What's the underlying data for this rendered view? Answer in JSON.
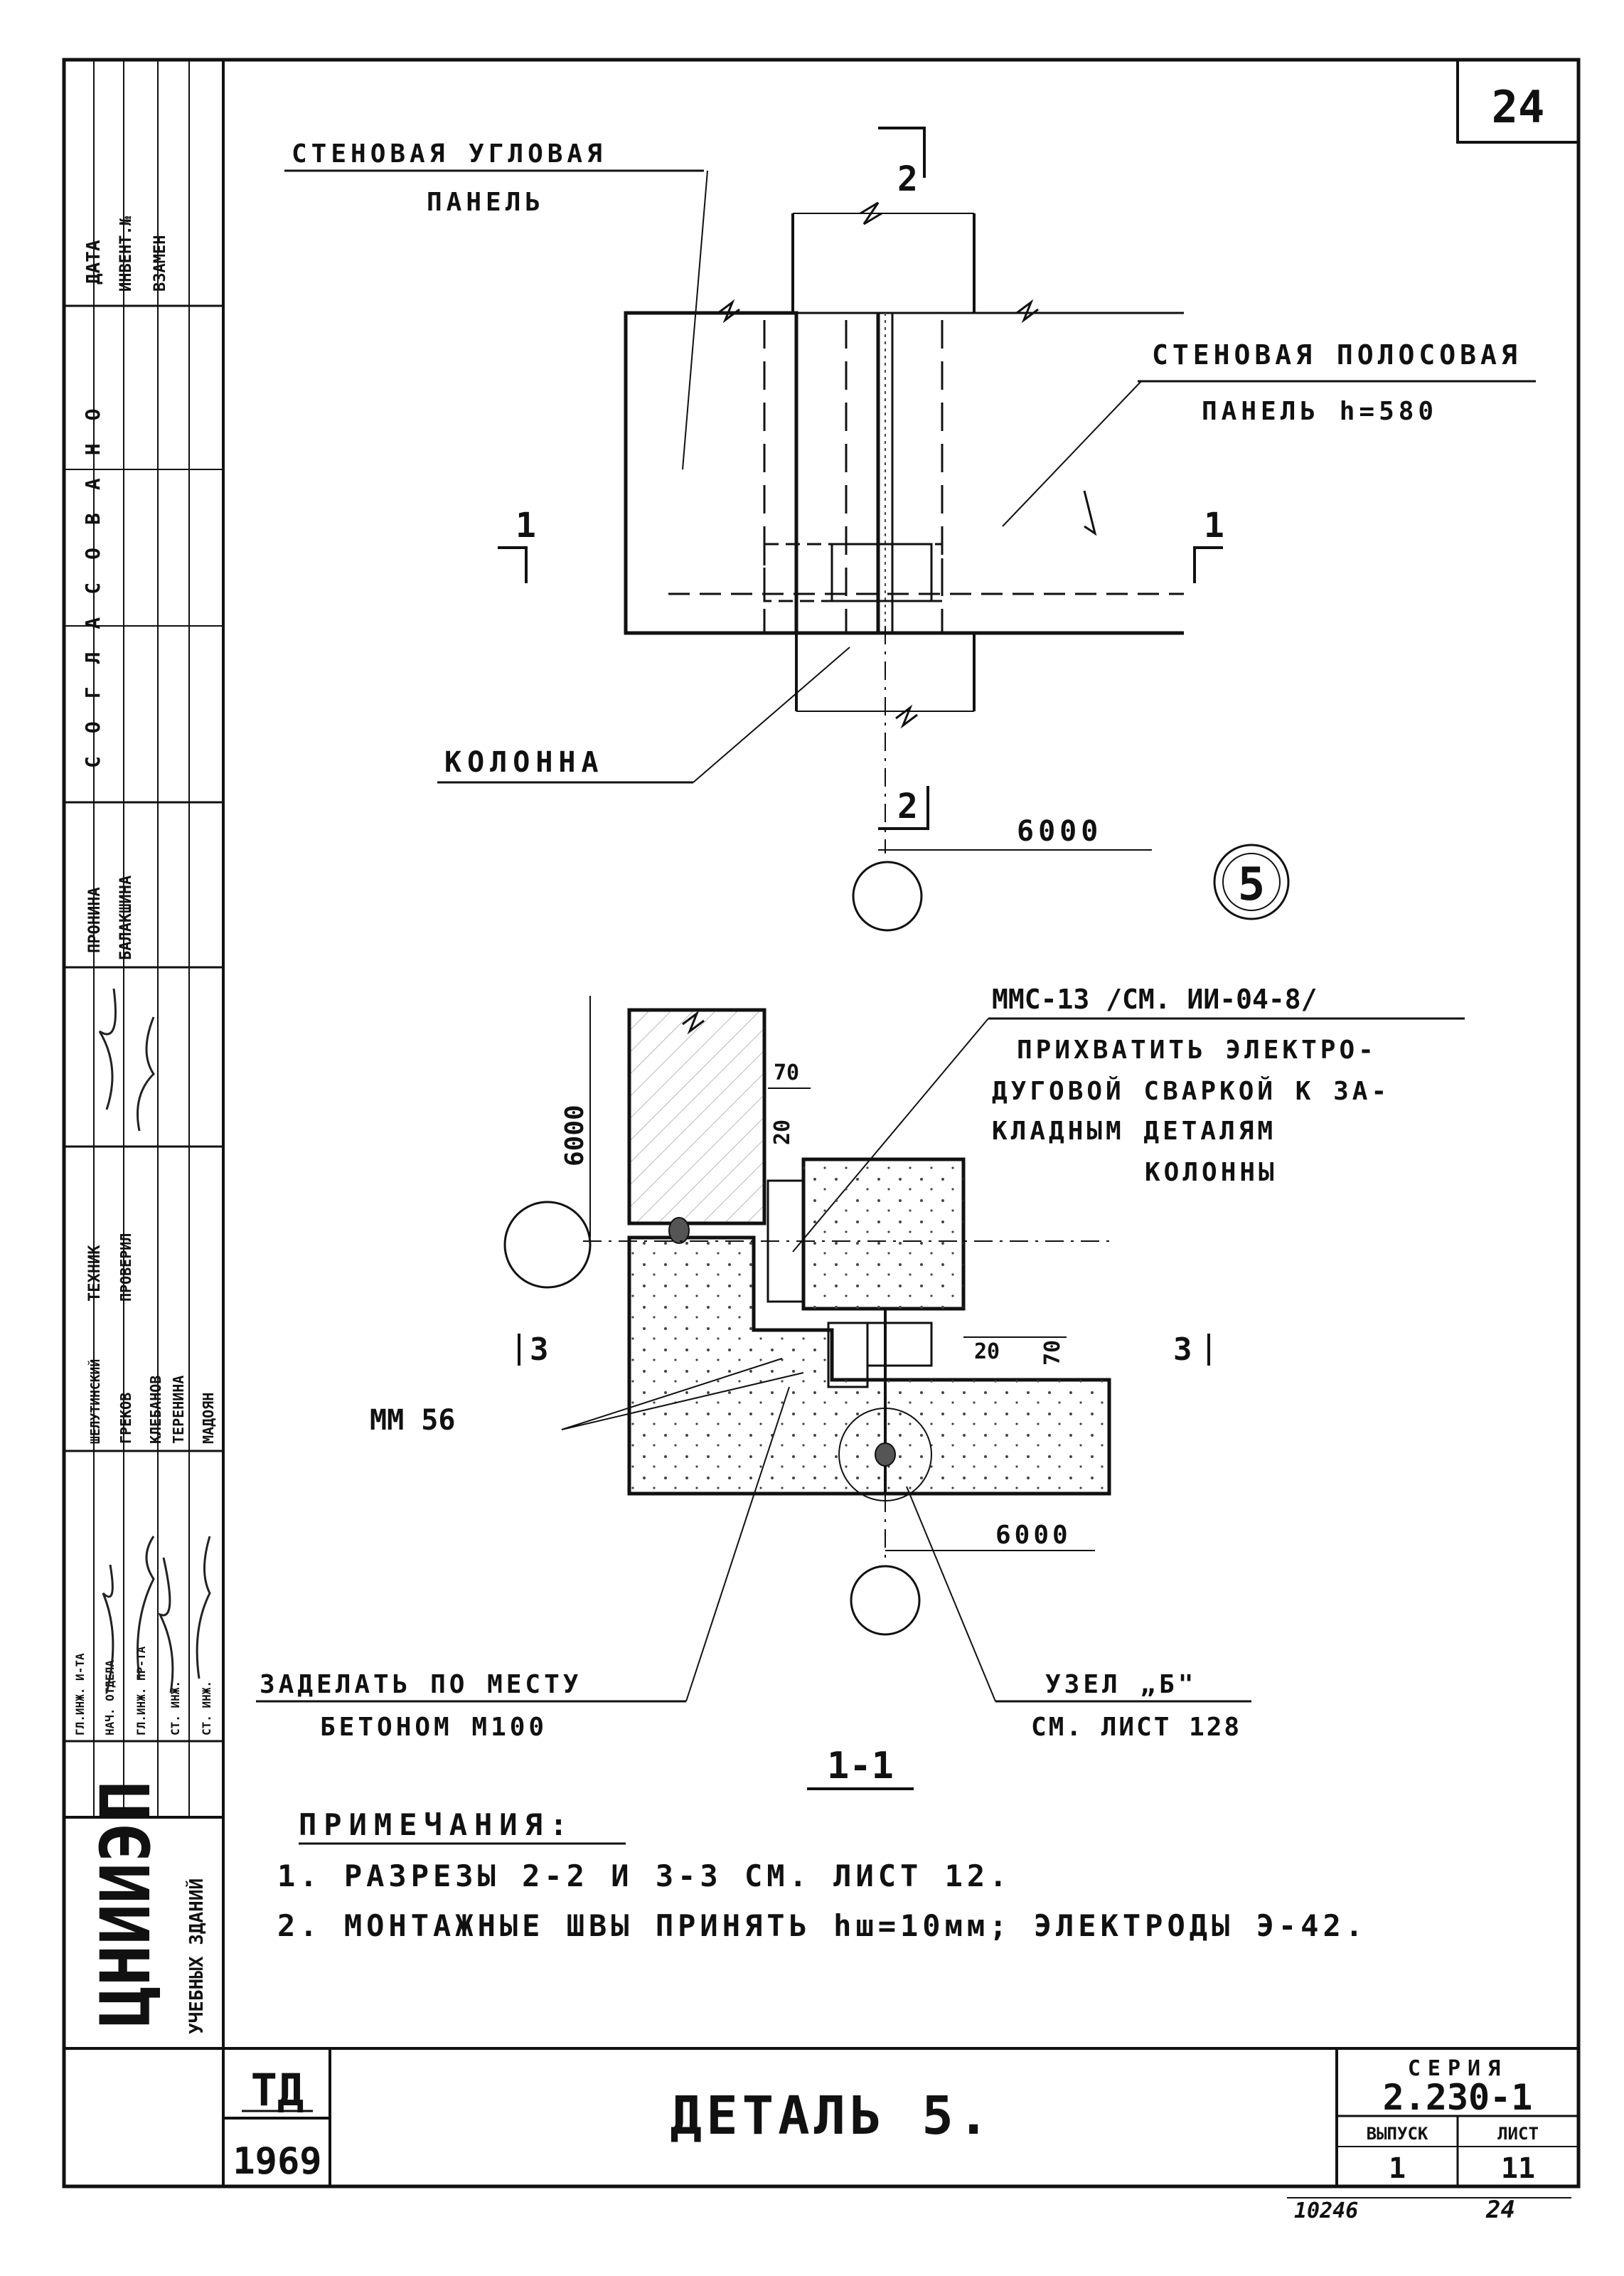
{
  "sheet_number_top": "24",
  "side_block": {
    "header": {
      "date": "ДАТА",
      "inv": "ИНВЕНТ.№",
      "replace": "ВЗАМЕН"
    },
    "approved": "СОГЛАСОВАНО",
    "people": [
      "ПРОНИНА",
      "БАЛАКШИНА"
    ],
    "roles": [
      "ТЕХНИК",
      "ПРОВЕРИЛ"
    ],
    "names": [
      "ШЕЛУТИНСКИЙ",
      "ГРЕКОВ",
      "КЛЕБАНОВ",
      "ТЕРЕНИНА",
      "МАДОЯН"
    ],
    "posts": [
      "ГЛ.ИНЖ. И-ТА",
      "НАЧ. ОТДЕЛА",
      "ГЛ.ИНЖ. ПР-ТА",
      "СТ. ИНЖ.",
      "СТ. ИНЖ."
    ],
    "org": "ЦНИИЭП",
    "org_sub": "УЧЕБНЫХ ЗДАНИЙ"
  },
  "plan_top": {
    "label_corner_panel_1": "СТЕНОВАЯ УГЛОВАЯ",
    "label_corner_panel_2": "ПАНЕЛЬ",
    "label_strip_panel_1": "СТЕНОВАЯ ПОЛОСОВАЯ",
    "label_strip_panel_2": "ПАНЕЛЬ h=580",
    "label_column": "КОЛОННА",
    "section_1": "1",
    "section_2": "2",
    "dim": "6000",
    "detail_no": "5"
  },
  "section_bottom": {
    "mmc_ref": "ММС-13 /СМ. ИИ-04-8/",
    "weld_note_1": "ПРИХВАТИТЬ ЭЛЕКТРО-",
    "weld_note_2": "ДУГОВОЙ СВАРКОЙ К ЗА-",
    "weld_note_3": "КЛАДНЫМ ДЕТАЛЯМ",
    "weld_note_4": "КОЛОННЫ",
    "dim_vertical": "6000",
    "dim_70a": "70",
    "dim_20a": "20",
    "dim_20b": "20",
    "dim_70b": "70",
    "section_3": "3",
    "mm_ref": "ММ 56",
    "fill_note_1": "ЗАДЕЛАТЬ ПО МЕСТУ",
    "fill_note_2": "БЕТОНОМ М100",
    "node_note_1": "УЗЕЛ „Б\"",
    "node_note_2": "СМ. ЛИСТ 128",
    "dim_bottom": "6000",
    "section_title": "1-1"
  },
  "notes": {
    "heading": "ПРИМЕЧАНИЯ:",
    "items": [
      "1. РАЗРЕЗЫ 2-2 И 3-3 СМ. ЛИСТ 12.",
      "2. МОНТАЖНЫЕ ШВЫ ПРИНЯТЬ hш=10мм; ЭЛЕКТРОДЫ Э-42."
    ]
  },
  "title_block": {
    "td": "ТД",
    "year": "1969",
    "title": "ДЕТАЛЬ 5.",
    "series_label": "СЕРИЯ",
    "series": "2.230-1",
    "issue_label": "ВЫПУСК",
    "sheet_label": "ЛИСТ",
    "issue": "1",
    "sheet": "11"
  },
  "stamp_bottom": {
    "code": "10246",
    "page": "24"
  }
}
